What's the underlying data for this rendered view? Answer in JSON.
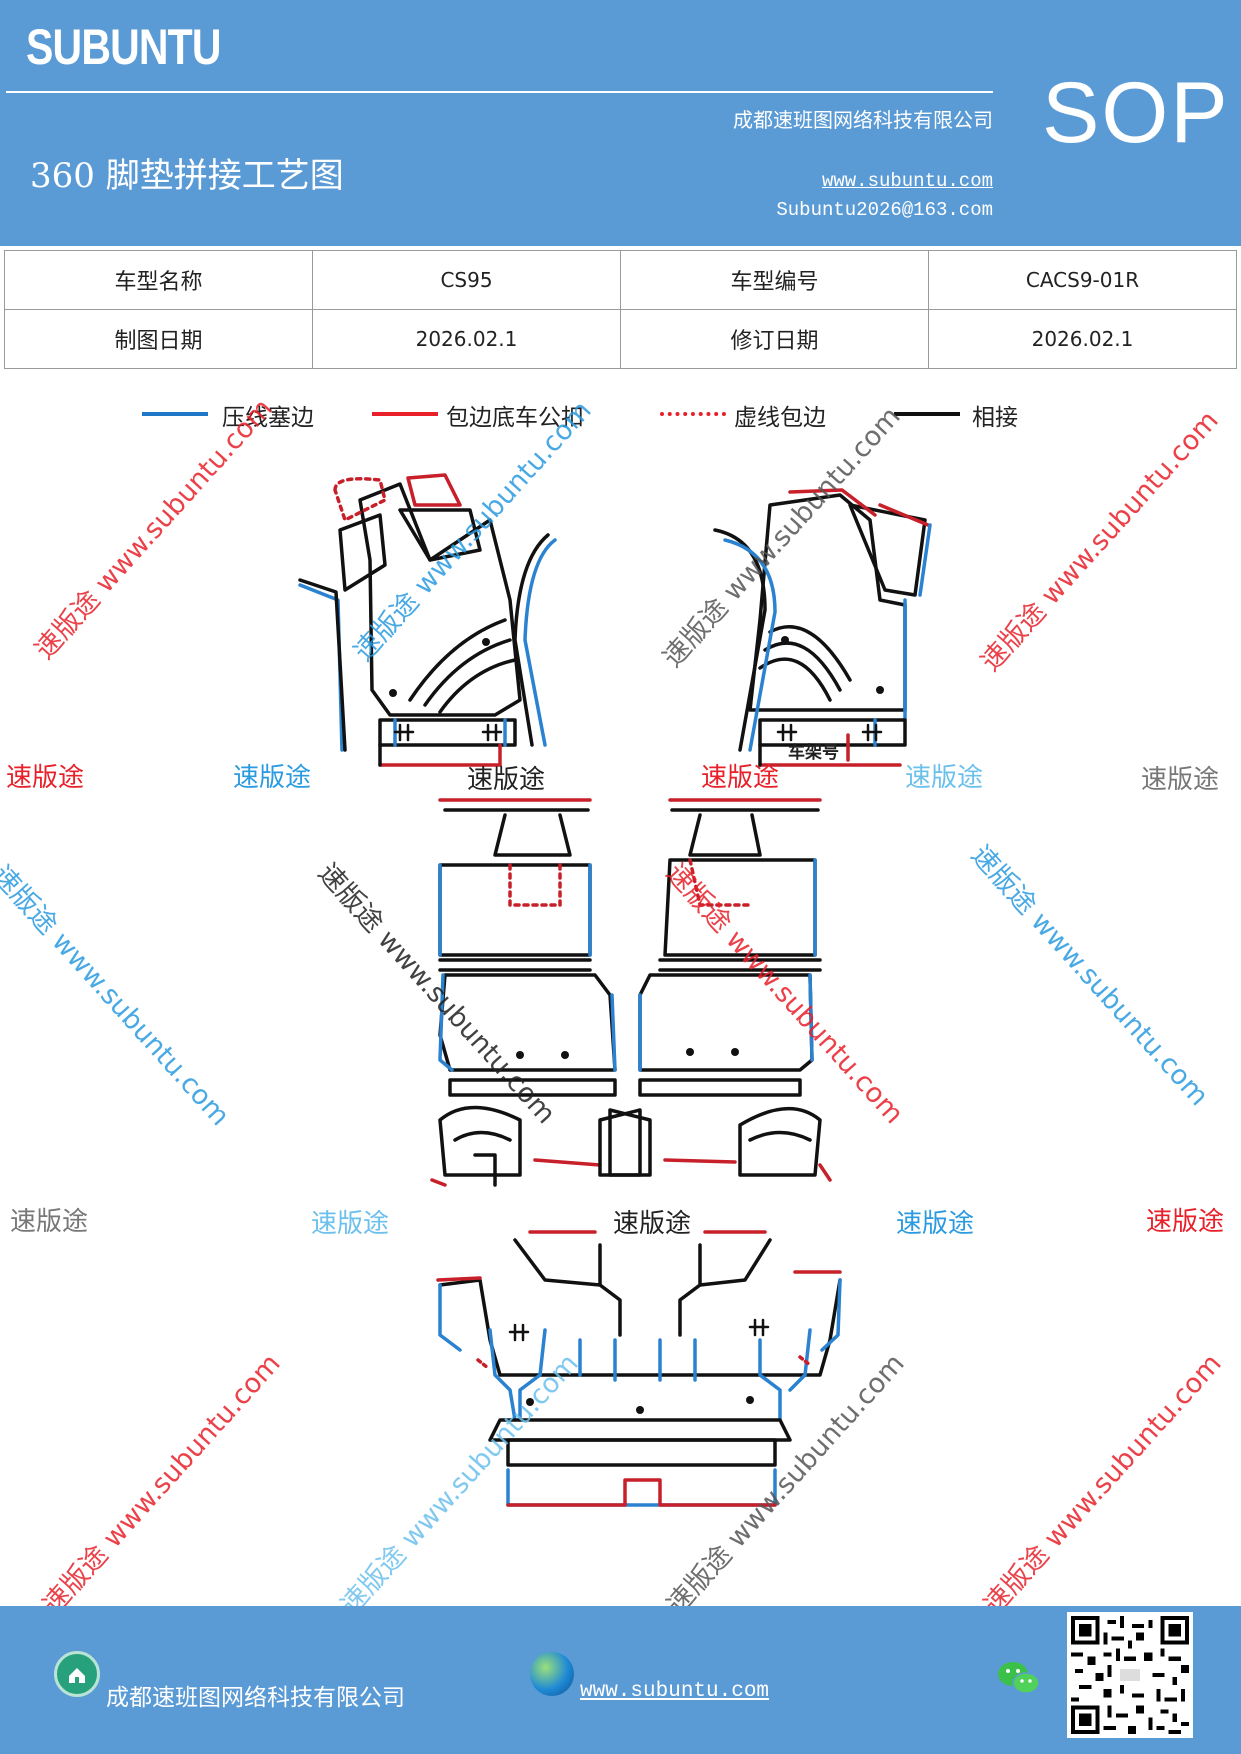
{
  "header": {
    "logo": "SUBUNTU",
    "company": "成都速班图网络科技有限公司",
    "title": "360 脚垫拼接工艺图",
    "website": "www.subuntu.com",
    "email": "Subuntu2026@163.com",
    "badge": "SOP"
  },
  "info": {
    "row1": {
      "label1": "车型名称",
      "value1": "CS95",
      "label2": "车型编号",
      "value2": "CACS9-01R"
    },
    "row2": {
      "label1": "制图日期",
      "value1": "2026.02.1",
      "label2": "修订日期",
      "value2": "2026.02.1"
    }
  },
  "legend": [
    {
      "label": "压线塞边",
      "color": "#1f77c8",
      "style": "solid"
    },
    {
      "label": "包边底车公扣",
      "color": "#e8202a",
      "style": "solid"
    },
    {
      "label": "虚线包边",
      "color": "#e8202a",
      "style": "dotted"
    },
    {
      "label": "相接",
      "color": "#111111",
      "style": "solid"
    }
  ],
  "diagram": {
    "frame_label": "车架号",
    "clip_mark": "卌"
  },
  "watermarks": {
    "brand": "速版途",
    "url_text": "速版途 www.subuntu.com",
    "url_only": "www.subuntu.com",
    "colors": {
      "red": "#e8202a",
      "blue": "#2a9be0",
      "gray": "#777777",
      "dark": "#222222"
    }
  },
  "footer": {
    "company": "成都速班图网络科技有限公司",
    "website": "www.subuntu.com"
  }
}
